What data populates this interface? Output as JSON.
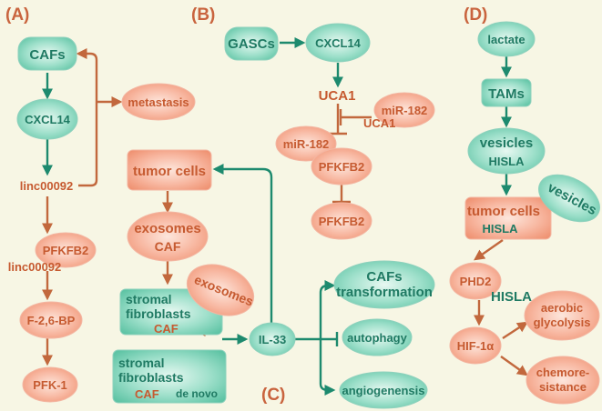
{
  "panels": {
    "a": "(A)",
    "b": "(B)",
    "c": "(C)",
    "d": "(D)"
  },
  "colors": {
    "green_node": "#7fd4bb",
    "orange_node": "#f5a58c",
    "green_text": "#1f7a63",
    "orange_text": "#c65a30",
    "background": "#f7f6e4"
  },
  "panel_a": {
    "cafs": "CAFs",
    "cxcl14": "CXCL14",
    "linc00092": "linc00092",
    "metastasis": "metastasis",
    "pfkfb2": "PFKFB2",
    "linc00092_bound": "linc00092",
    "f26bp": "F-2,6-BP",
    "pfk1": "PFK-1"
  },
  "panel_b": {
    "gascs": "GASCs",
    "cxcl14": "CXCL14",
    "uca1": "UCA1",
    "mir182_right": "miR-182",
    "uca1_small": "UCA1",
    "mir182_left": "miR-182",
    "pfkfb2_top": "PFKFB2",
    "pfkfb2_bottom": "PFKFB2"
  },
  "panel_c": {
    "tumor_cells": "tumor cells",
    "exosomes": "exosomes",
    "caf": "CAF",
    "stromal_fibroblasts": "stromal\nfibroblasts",
    "exosomes_small": "exosomes",
    "caf_small": "CAF",
    "stromal_fibroblasts_2": "stromal\nfibroblasts",
    "caf_2": "CAF",
    "de_novo": "de novo",
    "il33": "IL-33",
    "cafs_transformation": "CAFs\ntransformation",
    "autophagy": "autophagy",
    "angiogenesis": "angiogenensis"
  },
  "panel_d": {
    "lactate": "lactate",
    "tams": "TAMs",
    "vesicles": "vesicles",
    "hisla": "HISLA",
    "tumor_cells": "tumor cells",
    "vesicles_2": "vesicles",
    "hisla_2": "HISLA",
    "phd2": "PHD2",
    "hisla_3": "HISLA",
    "hif1a": "HIF-1α",
    "aerobic_glycolysis": "aerobic\nglycolysis",
    "chemoresistance": "chemore-\nsistance"
  }
}
